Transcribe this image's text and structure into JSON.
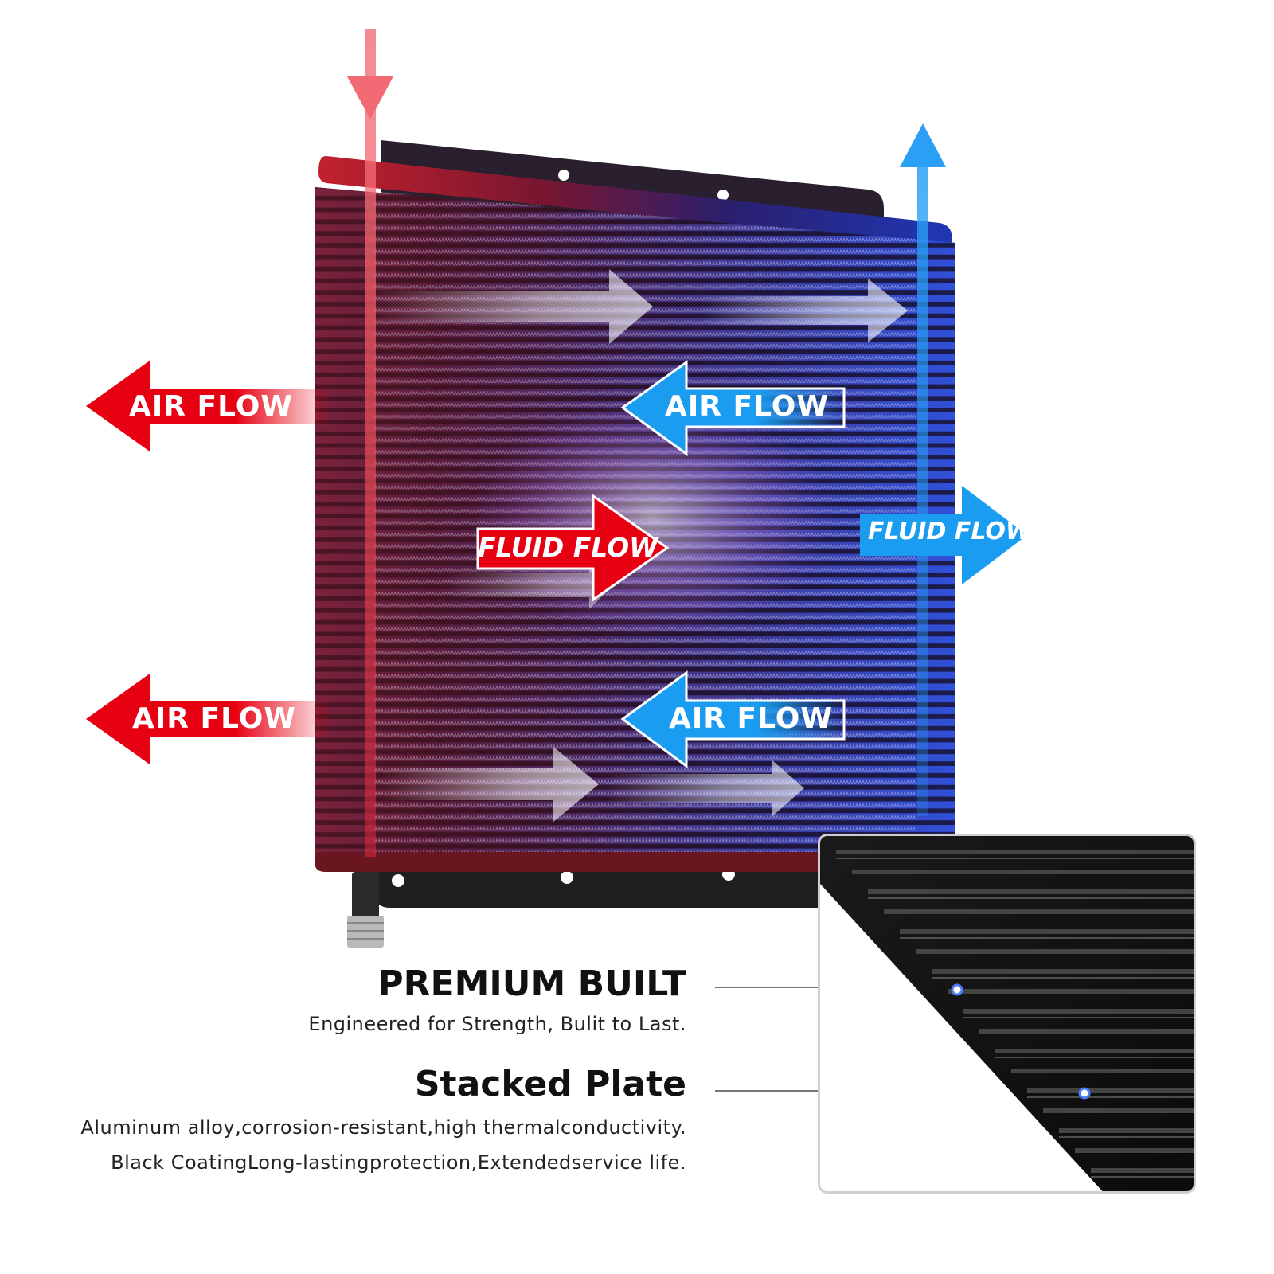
{
  "labels": {
    "air_flow_left_top": "AIR FLOW",
    "air_flow_left_bottom": "AIR FLOW",
    "air_flow_center_top": "AIR FLOW",
    "air_flow_center_bottom": "AIR FLOW",
    "fluid_flow_center": "FLUID FLOW",
    "fluid_flow_right": "FLUID FLOW"
  },
  "features": [
    {
      "title": "PREMIUM BUILT",
      "lines": [
        "Engineered for Strength, Bulit to Last."
      ]
    },
    {
      "title": "Stacked Plate",
      "lines": [
        "Aluminum alloy,corrosion-resistant,high thermalconductivity.",
        "Black CoatingLong-lastingprotection,Extendedservice life."
      ]
    }
  ],
  "colors": {
    "hot": "#e60012",
    "cold": "#1a9df0",
    "hot_core": "#b5202a",
    "cold_core": "#1c2f9c"
  }
}
